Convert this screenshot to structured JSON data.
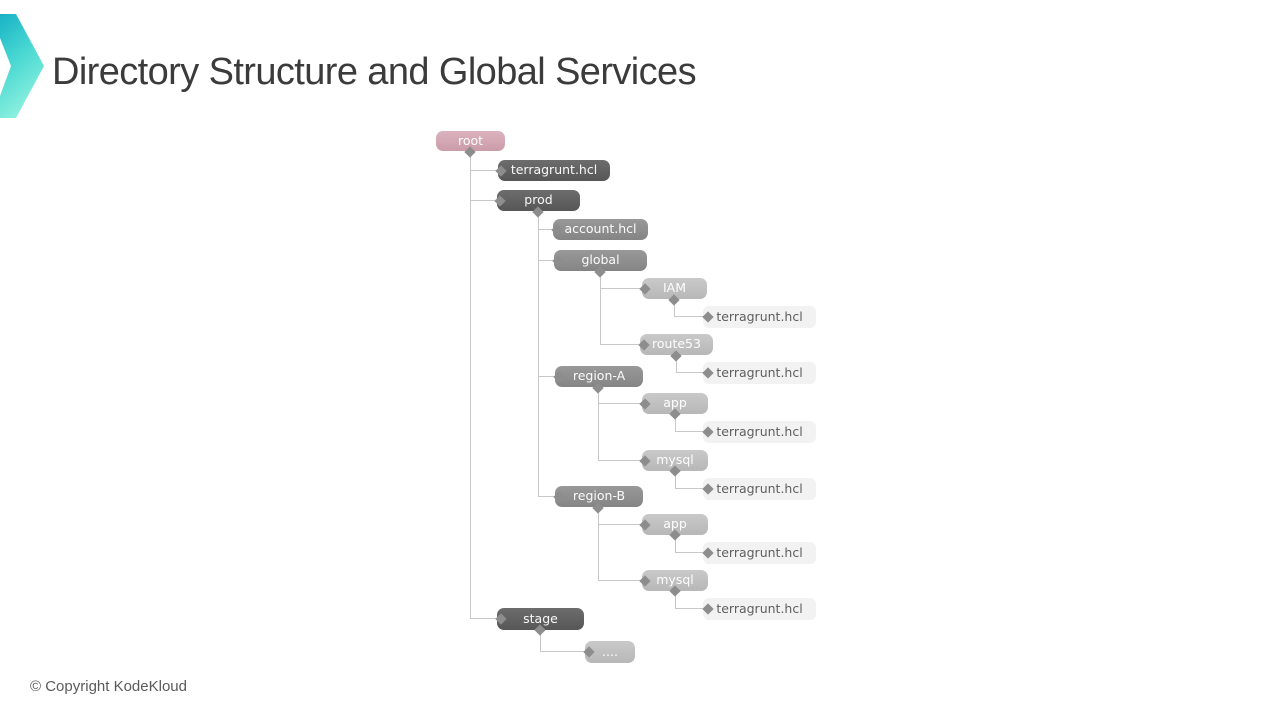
{
  "slide": {
    "title": "Directory Structure and Global Services",
    "copyright": "© Copyright KodeKloud"
  },
  "tree": {
    "root": {
      "label": "root",
      "children": [
        {
          "label": "terragrunt.hcl"
        },
        {
          "label": "prod",
          "children": [
            {
              "label": "account.hcl"
            },
            {
              "label": "global",
              "children": [
                {
                  "label": "IAM",
                  "children": [
                    {
                      "label": "terragrunt.hcl"
                    }
                  ]
                },
                {
                  "label": "route53",
                  "children": [
                    {
                      "label": "terragrunt.hcl"
                    }
                  ]
                }
              ]
            },
            {
              "label": "region-A",
              "children": [
                {
                  "label": "app",
                  "children": [
                    {
                      "label": "terragrunt.hcl"
                    }
                  ]
                },
                {
                  "label": "mysql",
                  "children": [
                    {
                      "label": "terragrunt.hcl"
                    }
                  ]
                }
              ]
            },
            {
              "label": "region-B",
              "children": [
                {
                  "label": "app",
                  "children": [
                    {
                      "label": "terragrunt.hcl"
                    }
                  ]
                },
                {
                  "label": "mysql",
                  "children": [
                    {
                      "label": "terragrunt.hcl"
                    }
                  ]
                }
              ]
            }
          ]
        },
        {
          "label": "stage",
          "children": [
            {
              "label": "...."
            }
          ]
        }
      ]
    }
  },
  "style": {
    "accent_gradient_start": "#18b2c6",
    "accent_gradient_mid": "#49d8d2",
    "accent_gradient_end": "#8cf0de",
    "node_root_color": "#d6a5b4",
    "node_level2_color": "#5c5c5c",
    "node_level3_color": "#8d8d8d",
    "node_level4_color": "#c3c3c3",
    "node_leaf_color": "#f2f2f2",
    "leaf_text_color": "#5f5f5f",
    "connector_color": "#c8c8c8",
    "diamond_color": "#8d8d8d",
    "title_color": "#3b3b3b",
    "footer_color": "#5a5a5a"
  }
}
